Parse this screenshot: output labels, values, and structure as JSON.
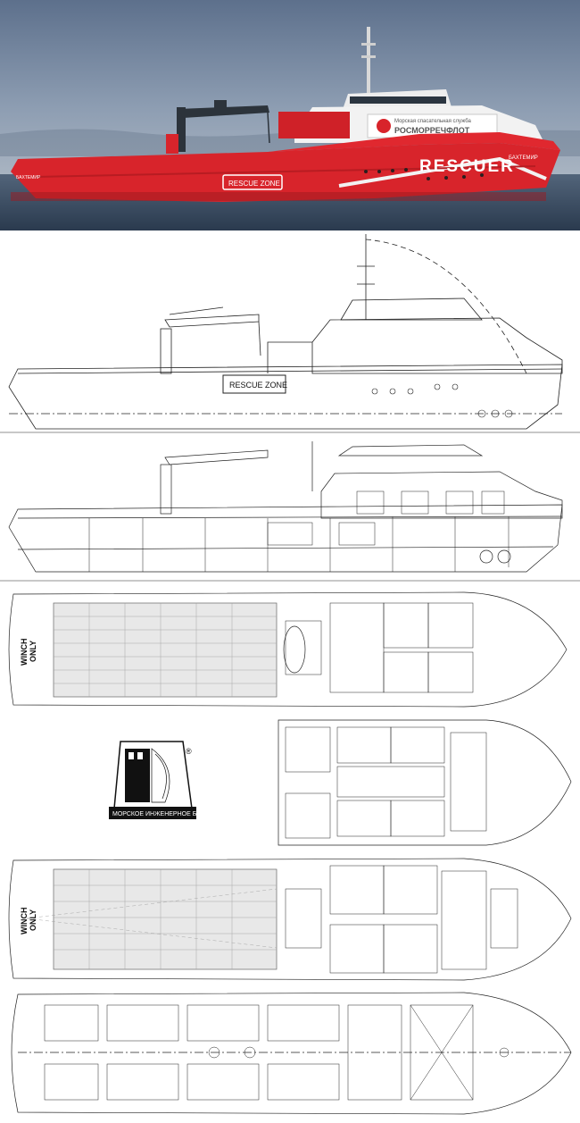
{
  "photo": {
    "hull_text": "RESCUER",
    "zone_text": "RESCUE ZONE",
    "bridge_text_ru": "Морская спасательная служба",
    "bridge_text": "РОСМОРРЕЧФЛОТ",
    "ship_name": "БАХТЕМИР",
    "stern_name": "БАХТЕМИР",
    "colors": {
      "hull": "#d8242b",
      "sky": "#7c8da4",
      "sea": "#3b4f66",
      "superstructure": "#f1f1f1",
      "crane": "#2c333b"
    }
  },
  "profile": {
    "zone_label": "RESCUE ZONE"
  },
  "main_deck": {
    "winch_label_1": "WINCH",
    "winch_label_2": "ONLY"
  },
  "lower_deck": {
    "winch_label_1": "WINCH",
    "winch_label_2": "ONLY"
  },
  "logo": {
    "text": "МОРСКОЕ ИНЖЕНЕРНОЕ БЮРО",
    "registered": "®"
  }
}
